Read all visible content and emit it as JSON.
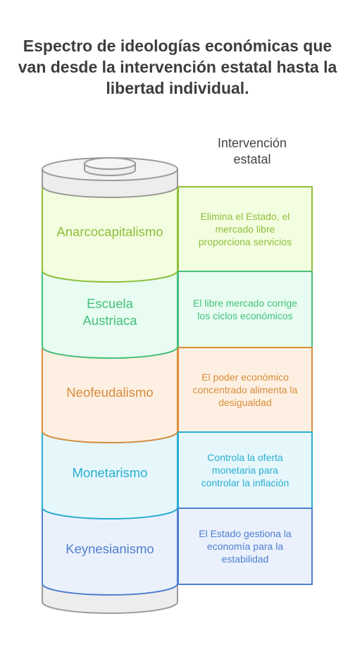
{
  "title": "Espectro de ideologías económicas que van desde la intervención estatal hasta la libertad individual.",
  "axis_label": "Intervención estatal",
  "layers": [
    {
      "name": "Anarcocapitalismo",
      "description": "Elimina el Estado, el mercado libre proporciona servicios",
      "color": "#8fbf3a",
      "fill": "#f3fde0"
    },
    {
      "name": "Escuela Austriaca",
      "description": "El libre mercado corrige los ciclos económicos",
      "color": "#43c07c",
      "fill": "#e8fcf1"
    },
    {
      "name": "Neofeudalismo",
      "description": "El poder económico concentrado alimenta la desigualdad",
      "color": "#d98c3a",
      "fill": "#fdf0e2"
    },
    {
      "name": "Monetarismo",
      "description": "Controla la oferta monetaria para controlar la inflación",
      "color": "#2aaed0",
      "fill": "#e6f7fc"
    },
    {
      "name": "Keynesianismo",
      "description": "El Estado gestiona la economía para la estabilidad",
      "color": "#4f7fce",
      "fill": "#eaf1fc"
    }
  ]
}
